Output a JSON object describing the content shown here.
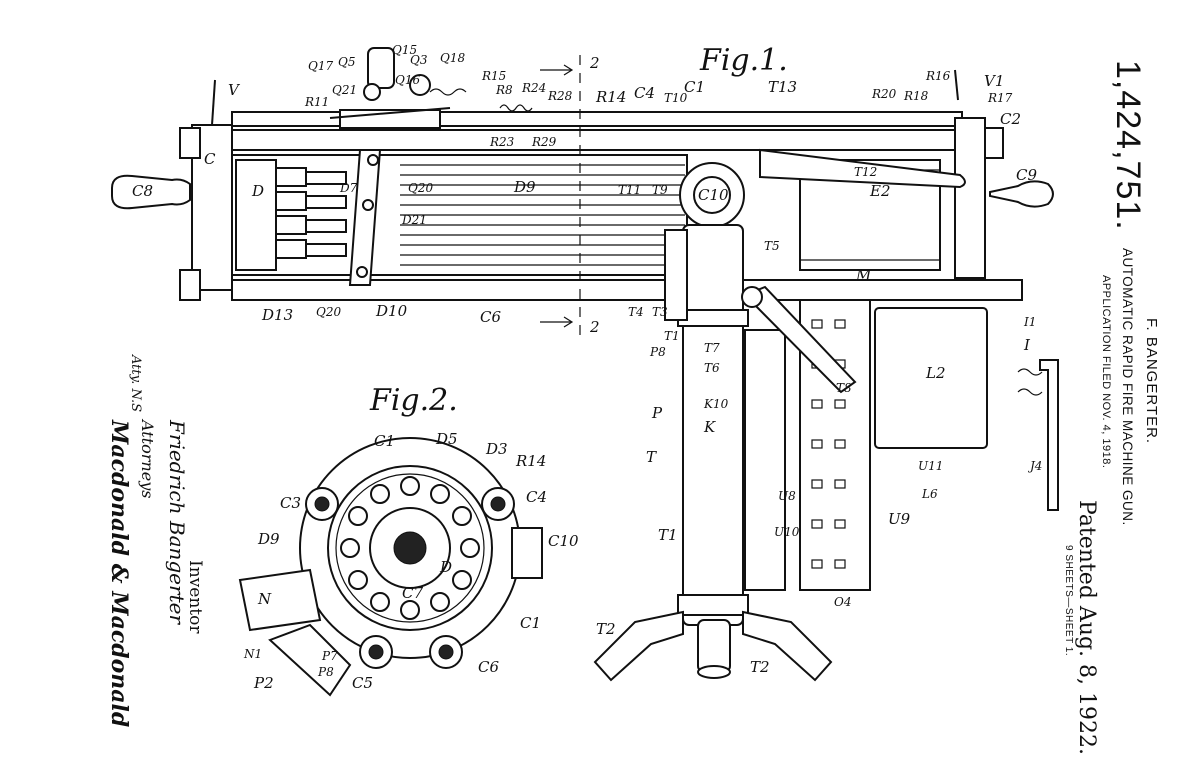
{
  "patent": {
    "number": "1,424,751.",
    "inventor": "F. BANGERTER.",
    "title": "AUTOMATIC RAPID FIRE MACHINE GUN.",
    "application": "APPLICATION FILED NOV. 4, 1918.",
    "patented": "Patented Aug. 8, 1922.",
    "sheets": "9 SHEETS—SHEET 1."
  },
  "figures": {
    "fig1": "Fig.1.",
    "fig2": "Fig.2.",
    "section_mark": "2"
  },
  "signatures": {
    "witness": "Atty. N.S",
    "inventor_name": "Friedrich Bangerter",
    "attorneys_label": "Attorneys",
    "attorneys_name": "Macdonald & Macdonald",
    "inventor_label": "Inventor"
  },
  "fig1_labels": [
    "V",
    "Q17",
    "Q5",
    "Q15",
    "Q3",
    "Q18",
    "Q21",
    "R11",
    "Q16",
    "R15",
    "R8",
    "R24",
    "R28",
    "R14",
    "C4",
    "C1",
    "T13",
    "T10",
    "R20",
    "R18",
    "R16",
    "V1",
    "R17",
    "C2",
    "C",
    "C8",
    "D",
    "D7",
    "Q20",
    "D9",
    "T11",
    "T9",
    "C10",
    "T12",
    "E2",
    "C9",
    "D21",
    "R23",
    "R29",
    "D13",
    "Q20",
    "D10",
    "C6",
    "T4",
    "T3",
    "T5",
    "M",
    "T1",
    "P8",
    "T7",
    "T6",
    "T8",
    "L2",
    "I1",
    "I",
    "P",
    "K10",
    "K",
    "T",
    "U11",
    "L6",
    "J4",
    "U8",
    "U10",
    "U9",
    "T1",
    "O4",
    "T2",
    "T2"
  ],
  "fig2_labels": [
    "C1",
    "D5",
    "D3",
    "R14",
    "C3",
    "C4",
    "D9",
    "C10",
    "D",
    "C7",
    "N",
    "C1",
    "N1",
    "P7",
    "P8",
    "P2",
    "C5",
    "C6"
  ],
  "icons": {
    "mechanism": "machine-gun-line-art"
  }
}
